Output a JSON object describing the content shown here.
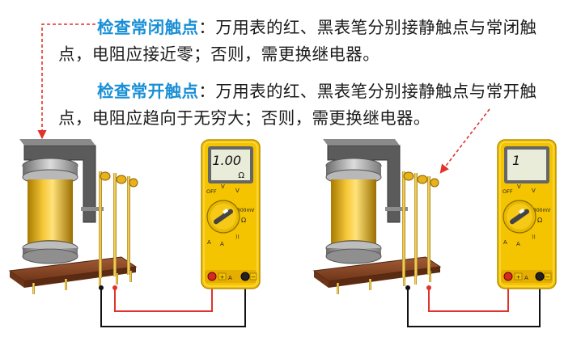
{
  "paragraphs": [
    {
      "highlight": "检查常闭触点",
      "sep": "：",
      "text": "万用表的红、黑表笔分别接静触点与常闭触点，电阻应接近零；否则，需更换继电器。"
    },
    {
      "highlight": "检查常开触点",
      "sep": "：",
      "text": "万用表的红、黑表笔分别接静触点与常开触点，电阻应趋向于无穷大；否则，需更换继电器。"
    }
  ],
  "meters": [
    {
      "reading": "1.00",
      "unit": "Ω",
      "off": "OFF",
      "v_dc": "V",
      "v_ac": "V",
      "mv": "300mV",
      "ohm": "Ω",
      "a_dc": "A",
      "a_ac": "A",
      "sound": "))",
      "port_a": "A",
      "plus": "+",
      "minus": "−"
    },
    {
      "reading": "1",
      "unit": "",
      "off": "OFF",
      "v_dc": "V",
      "v_ac": "V",
      "mv": "300mV",
      "ohm": "Ω",
      "a_dc": "A",
      "a_ac": "A",
      "sound": "))",
      "port_a": "A",
      "plus": "+",
      "minus": "−"
    }
  ],
  "colors": {
    "highlight": "#1a8fd6",
    "arrow": "#e0332b",
    "meter_body": "#f5c400",
    "red_wire": "#e0332b",
    "black_wire": "#111111",
    "base_board": "#8a4a2a"
  }
}
